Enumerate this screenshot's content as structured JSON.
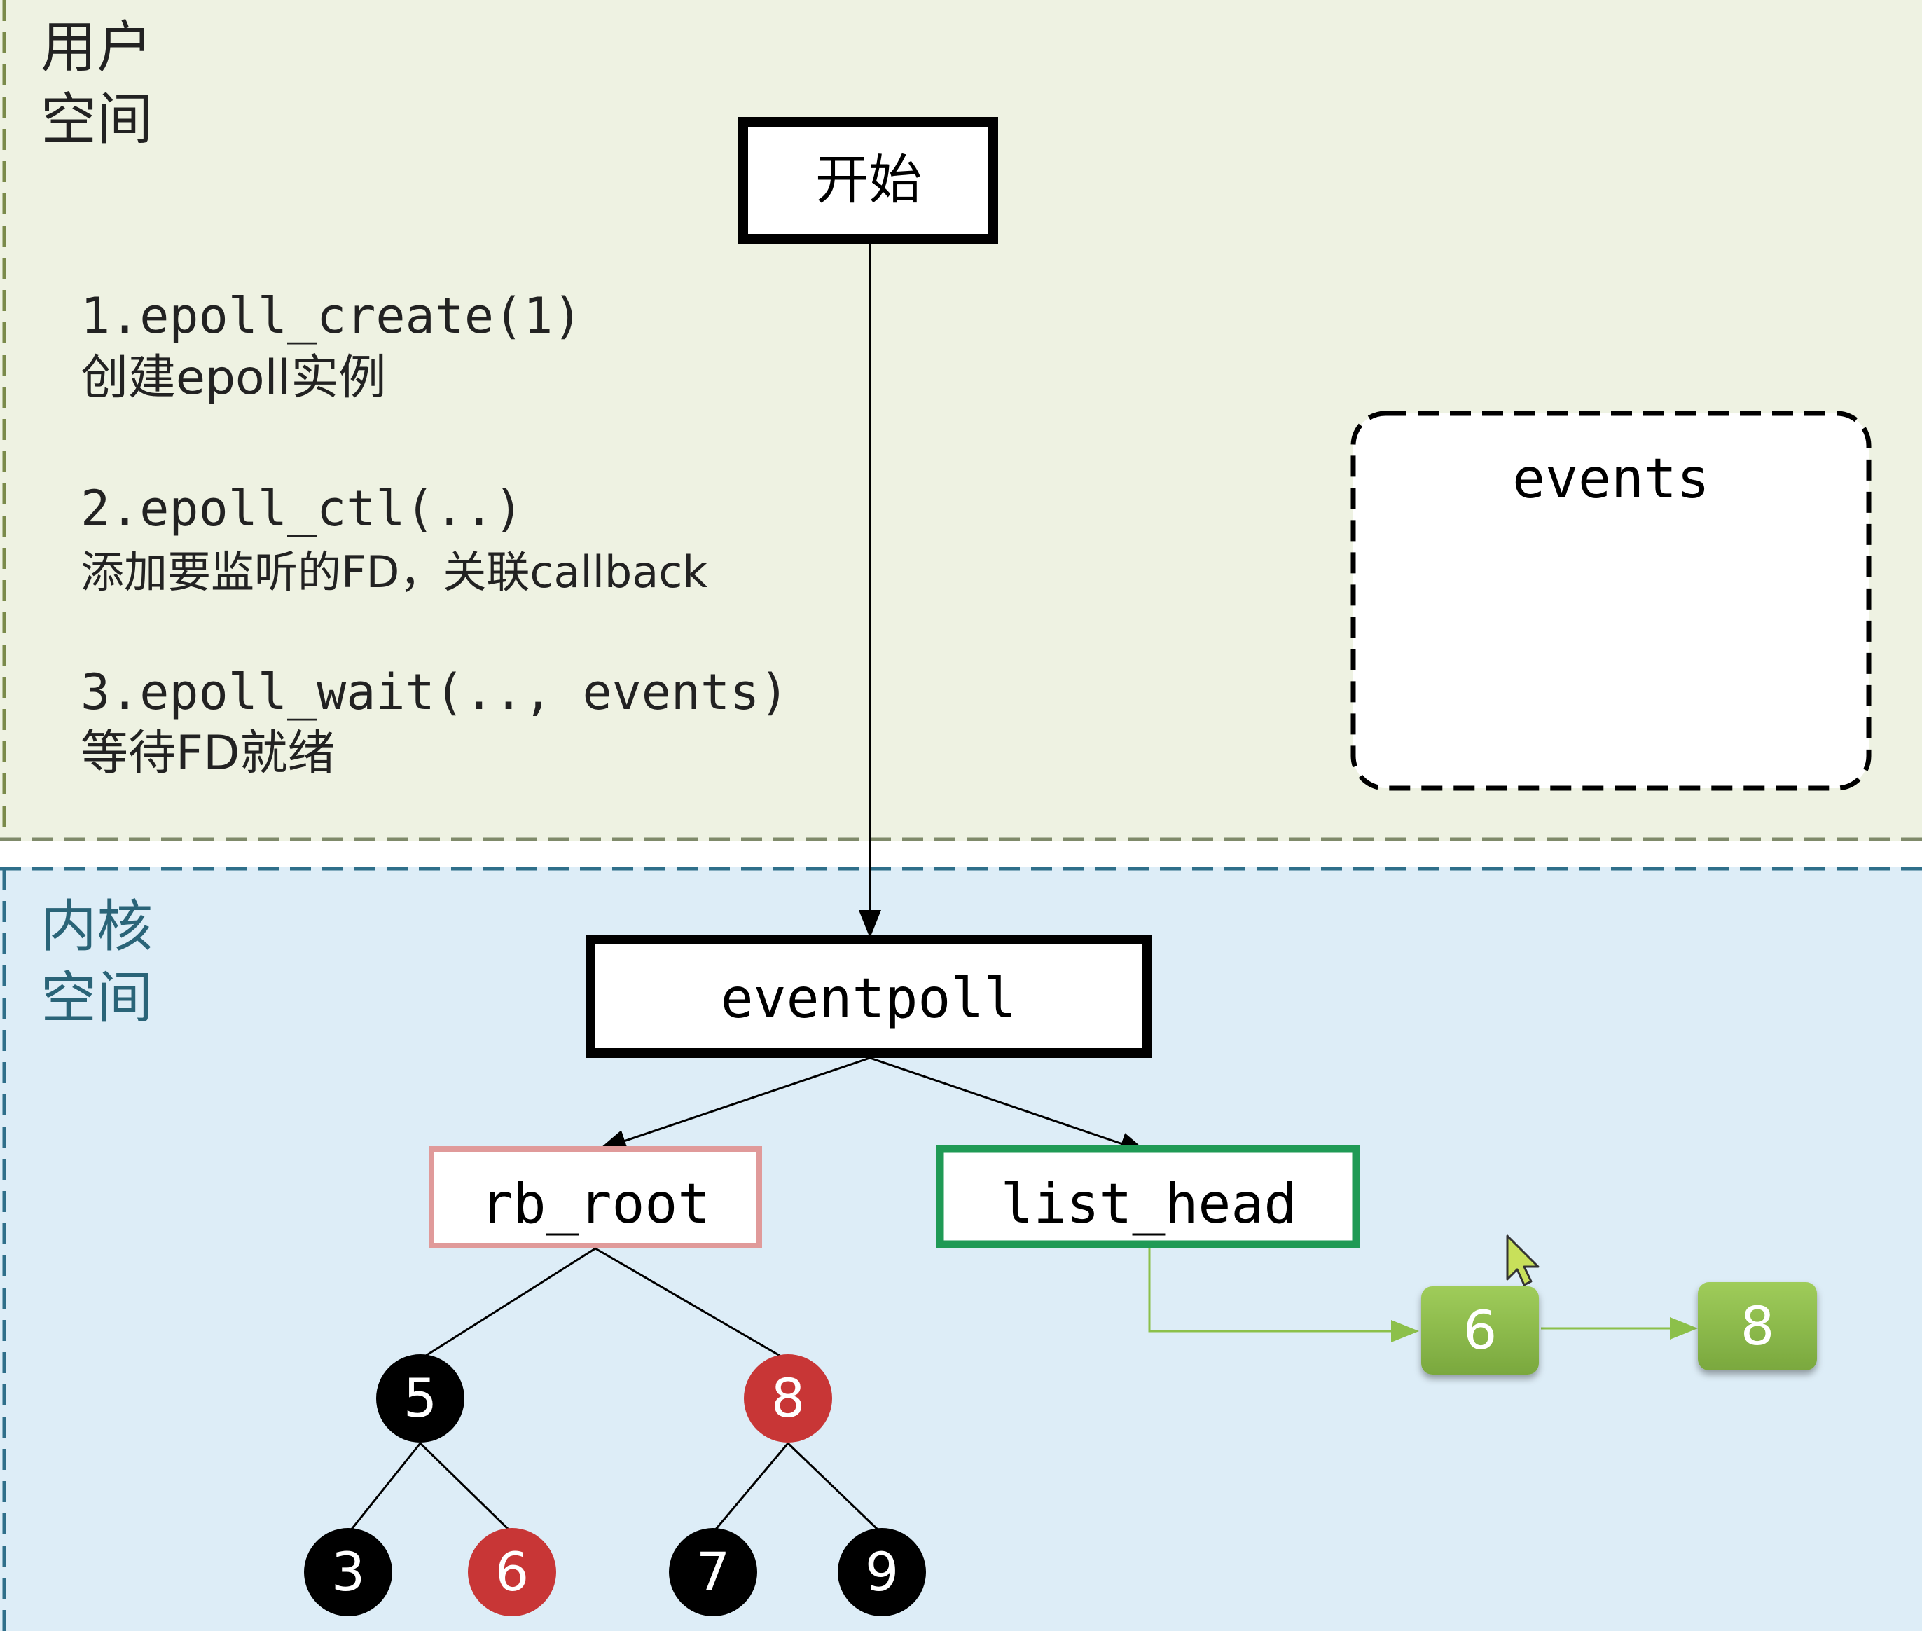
{
  "user_space": {
    "label_line1": "用户",
    "label_line2": "空间"
  },
  "kernel_space": {
    "label_line1": "内核",
    "label_line2": "空间"
  },
  "start_box": {
    "label": "开始"
  },
  "steps": [
    {
      "call": "1.epoll_create(1)",
      "desc": "创建epoll实例"
    },
    {
      "call": "2.epoll_ctl(..)",
      "desc": "添加要监听的FD，关联callback"
    },
    {
      "call": "3.epoll_wait(.., events)",
      "desc": "等待FD就绪"
    }
  ],
  "events_box": {
    "label": "events"
  },
  "eventpoll_box": {
    "label": "eventpoll"
  },
  "rb_root_box": {
    "label": "rb_root"
  },
  "list_head_box": {
    "label": "list_head"
  },
  "rb_tree": {
    "root": {
      "value": "5",
      "color": "black"
    },
    "root_right": {
      "value": "8",
      "color": "red"
    },
    "leaves": [
      {
        "value": "3",
        "color": "black"
      },
      {
        "value": "6",
        "color": "red"
      },
      {
        "value": "7",
        "color": "black"
      },
      {
        "value": "9",
        "color": "black"
      }
    ]
  },
  "ready_list": [
    {
      "value": "6"
    },
    {
      "value": "8"
    }
  ],
  "colors": {
    "user_bg": "#eef2e2",
    "kernel_bg": "#ddedf7",
    "kernel_label": "#2a6478",
    "node_black": "#000000",
    "node_red": "#c83636",
    "rb_border": "#e09a9a",
    "list_border": "#1f9a55",
    "ready_green": "#8ab84a",
    "ready_edge": "#8cc04a"
  }
}
